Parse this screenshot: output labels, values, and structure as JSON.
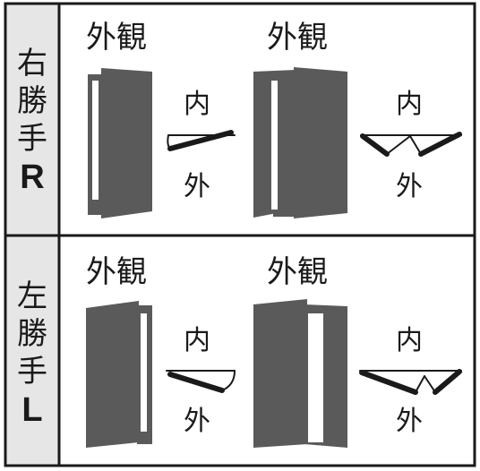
{
  "rows": [
    {
      "label_kanji": [
        "右",
        "勝",
        "手"
      ],
      "label_letter": "R",
      "panels": [
        {
          "exterior": "外観",
          "inside": "内",
          "outside": "外"
        },
        {
          "exterior": "外観",
          "inside": "内",
          "outside": "外"
        }
      ]
    },
    {
      "label_kanji": [
        "左",
        "勝",
        "手"
      ],
      "label_letter": "L",
      "panels": [
        {
          "exterior": "外観",
          "inside": "内",
          "outside": "外"
        },
        {
          "exterior": "外観",
          "inside": "内",
          "outside": "外"
        }
      ]
    }
  ],
  "colors": {
    "door": "#5a5a5a",
    "line": "#1a1a1a",
    "header_bg": "#e6e6e6",
    "border": "#1a1a1a"
  }
}
